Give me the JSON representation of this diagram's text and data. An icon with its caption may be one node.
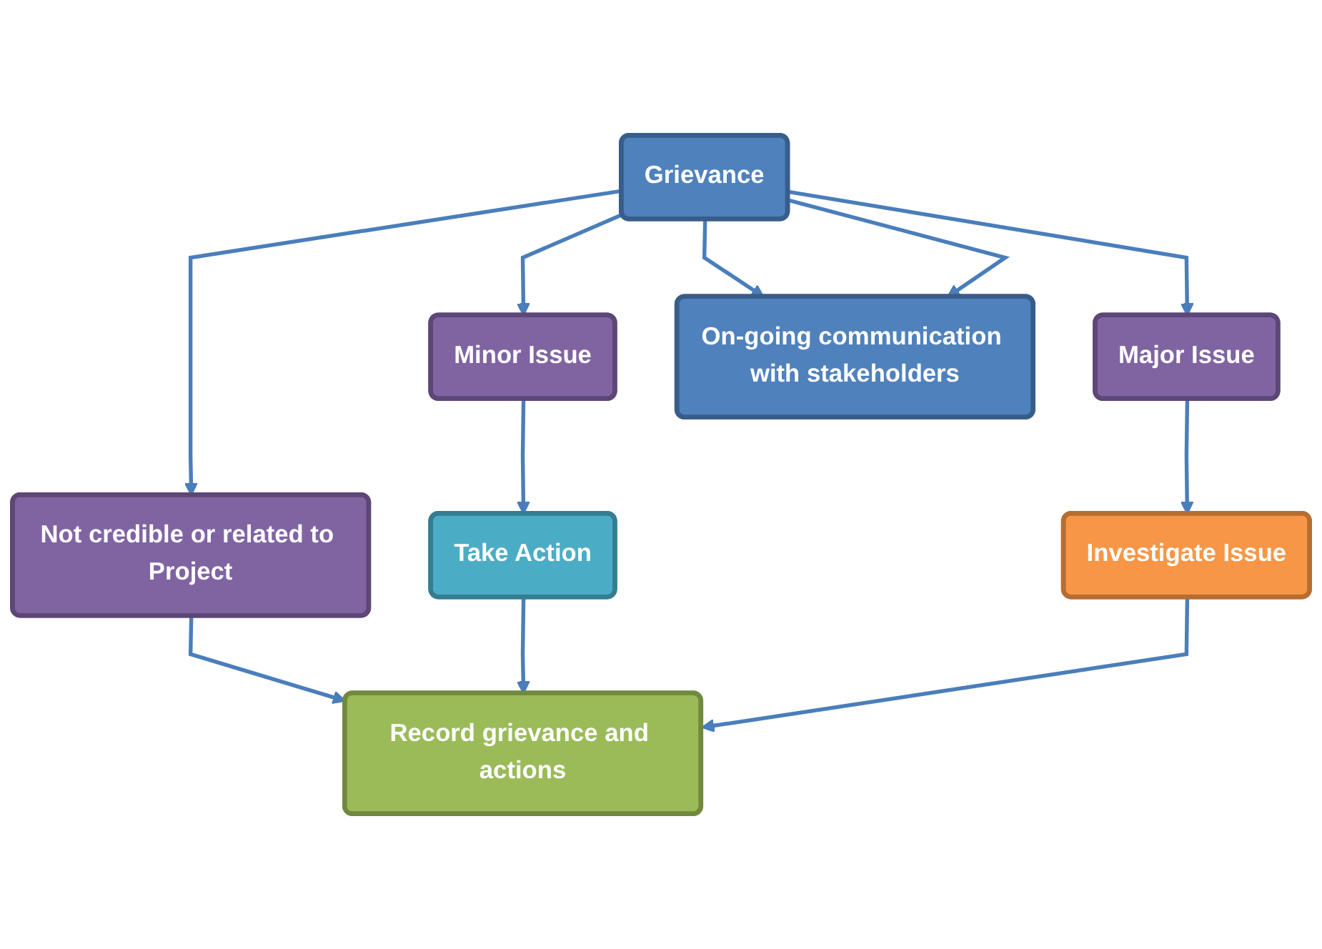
{
  "diagram": {
    "nodes": [
      {
        "text": [
          "Grievance"
        ]
      },
      {
        "text": [
          "Not credible or related to Project"
        ]
      },
      {
        "text": [
          "Minor Issue"
        ]
      },
      {
        "text": [
          "Major Issue"
        ]
      },
      {
        "text": [
          "Take Action"
        ]
      },
      {
        "text": [
          "Investigate Issue"
        ]
      },
      {
        "text": [
          "Record grievance and actions"
        ]
      },
      {
        "text": [
          "On-going communication with stakeholders"
        ]
      }
    ],
    "edges": [
      {
        "from": 0,
        "to": 1,
        "arrow": "to"
      },
      {
        "from": 0,
        "to": 2,
        "arrow": "to"
      },
      {
        "from": 0,
        "to": 3,
        "arrow": "to"
      },
      {
        "from": 2,
        "to": 4,
        "arrow": "to"
      },
      {
        "from": 3,
        "to": 5,
        "arrow": "to"
      },
      {
        "from": 1,
        "to": 6,
        "arrow": "to"
      },
      {
        "from": 4,
        "to": 6,
        "arrow": "to"
      },
      {
        "from": 5,
        "to": 6,
        "arrow": "to"
      },
      {
        "from": 0,
        "to": 7,
        "arrow": "to"
      },
      {
        "from": 0,
        "to": 7,
        "arrow": "to"
      }
    ]
  }
}
